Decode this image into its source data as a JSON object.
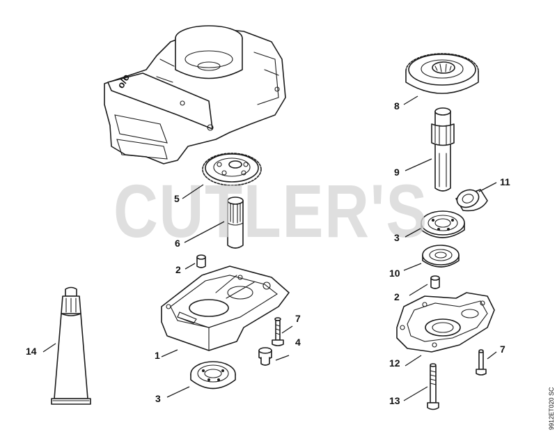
{
  "watermark": "CUTLER'S",
  "doc_ref": "9912ET020 SC",
  "callouts": [
    "1",
    "2",
    "2",
    "3",
    "3",
    "4",
    "5",
    "6",
    "7",
    "7",
    "8",
    "9",
    "10",
    "11",
    "12",
    "13",
    "14"
  ]
}
